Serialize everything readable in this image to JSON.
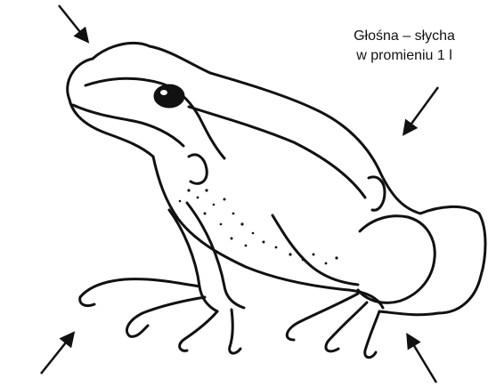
{
  "caption": {
    "line1": "Głośna – słycha",
    "line2": "w promieniu 1 l"
  },
  "colors": {
    "ink": "#111111",
    "background": "#ffffff"
  },
  "icons": {
    "arrows": [
      "arrow-top-left",
      "arrow-top-right",
      "arrow-bottom-left",
      "arrow-bottom-right"
    ],
    "illustration": "frog-outline"
  }
}
